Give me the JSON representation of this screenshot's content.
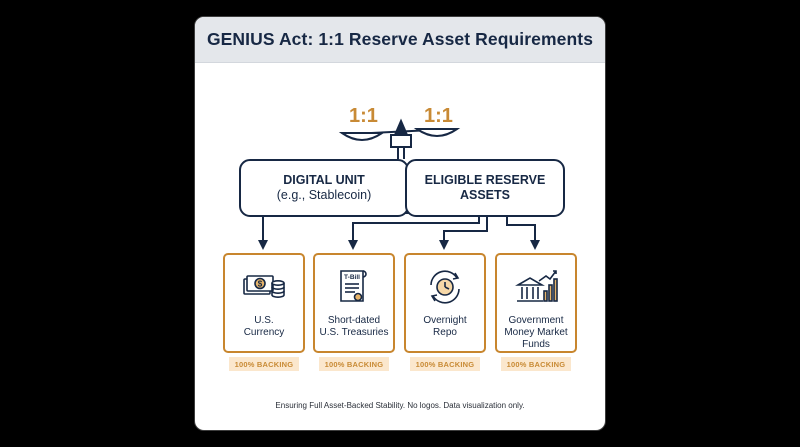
{
  "title": "GENIUS Act: 1:1 Reserve Asset Requirements",
  "scale": {
    "left_ratio": "1:1",
    "right_ratio": "1:1"
  },
  "digital_unit": {
    "line1": "DIGITAL UNIT",
    "line2": "(e.g., Stablecoin)"
  },
  "reserve": {
    "line1": "ELIGIBLE RESERVE",
    "line2": "ASSETS"
  },
  "cards": [
    {
      "icon": "cash-coins-icon",
      "label": "U.S.\nCurrency",
      "badge": "100% BACKING"
    },
    {
      "icon": "treasury-bill-icon",
      "icon_text": "T-Bill",
      "label": "Short-dated\nU.S. Treasuries",
      "badge": "100% BACKING"
    },
    {
      "icon": "overnight-clock-icon",
      "label": "Overnight\nRepo",
      "badge": "100% BACKING"
    },
    {
      "icon": "bank-chart-icon",
      "label": "Government\nMoney Market\nFunds",
      "badge": "100% BACKING"
    }
  ],
  "footer": "Ensuring Full Asset-Backed Stability. No logos. Data visualization only.",
  "colors": {
    "navy": "#172844",
    "gold": "#c88a35",
    "badge_bg": "#fbe7cd",
    "header_bg": "#e4e7eb"
  }
}
